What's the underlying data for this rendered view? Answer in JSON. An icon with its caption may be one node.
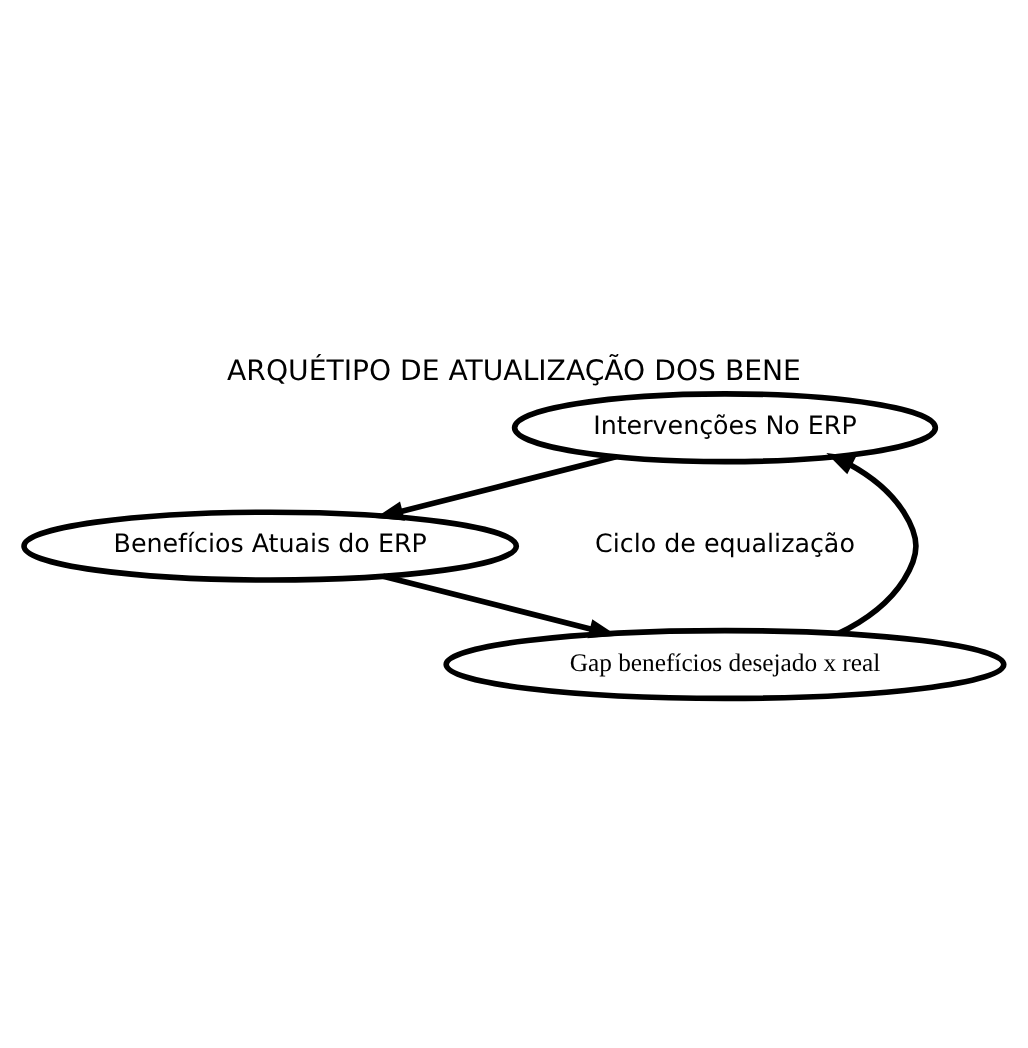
{
  "diagram": {
    "title": "ARQUÉTIPO DE ATUALIZAÇÃO DOS BENE",
    "nodes": [
      {
        "text": [
          "Intervenções No ERP"
        ]
      },
      {
        "text": [
          "Benefícios Atuais do ERP"
        ]
      },
      {
        "text": [
          "Gap benefícios desejado x real"
        ]
      }
    ],
    "edges": [
      {
        "from": 0,
        "to": 1,
        "arrow": "to"
      },
      {
        "from": 1,
        "to": 2,
        "arrow": "to"
      },
      {
        "from": 2,
        "to": 0,
        "arrow": "to"
      }
    ],
    "labels": [
      "Ciclo de equalização"
    ]
  }
}
